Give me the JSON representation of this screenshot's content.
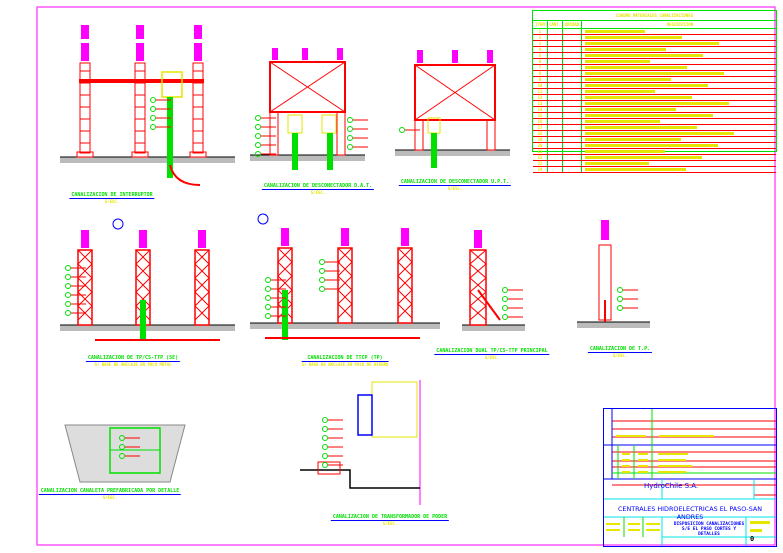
{
  "drawing_captions": [
    {
      "title": "CANALIZACION DE INTERRUPTOR",
      "scale": "S/ESC."
    },
    {
      "title": "CANALIZACION DE DESCONECTADOR D.A.T.",
      "scale": "S/ESC."
    },
    {
      "title": "CANALIZACION DE DESCONECTADOR U.P.T.",
      "scale": "S/ESC."
    },
    {
      "title": "CANALIZACION DE TP/CS-TTP (SE)",
      "scale": "S/ BASE DE ANCLAJE EN POLO METAL"
    },
    {
      "title": "CANALIZACION DE TTCP (TP)",
      "scale": "S/ BASE DE ANCLAJE EN POLO DE DISEÑO"
    },
    {
      "title": "CANALIZACION DUAL TP/CS-TTP PRINCIPAL",
      "scale": "S/ESC."
    },
    {
      "title": "CANALIZACION DE T.P.",
      "scale": "S/ESC."
    },
    {
      "title": "CANALIZACION CANALETA PREFABRICADA POR DETALLE",
      "scale": "S/ESC."
    },
    {
      "title": "CANALIZACION DE TRANSFORMADOR DE PODER",
      "scale": "S/ESC."
    }
  ],
  "materials_table": {
    "title": "CUADRO MATERIALES CANALIZACIONES",
    "headers": [
      "ITEM",
      "CANT.",
      "UNIDAD",
      "DESCRIPCION"
    ],
    "items": [
      "1",
      "2",
      "3",
      "4",
      "5",
      "6",
      "7",
      "8",
      "9",
      "10",
      "11",
      "12",
      "13",
      "14",
      "15",
      "16",
      "17",
      "18",
      "19",
      "20",
      "21",
      "22",
      "23",
      "24"
    ]
  },
  "title_block": {
    "company": "HydroChile   S.A.",
    "project": "CENTRALES HIDROELECTRICAS EL PASO-SAN ANDRES",
    "drawing_title": "DISPOSICION CANALIZACIONES S/E EL PASO CORTES Y DETALLES",
    "revision": "0"
  },
  "colors": {
    "border": "#ff00ff",
    "structure": "#ff0000",
    "conduit": "#00e000",
    "label": "#e6e600",
    "insulator": "#ff00ff",
    "frame": "#0000ff"
  }
}
